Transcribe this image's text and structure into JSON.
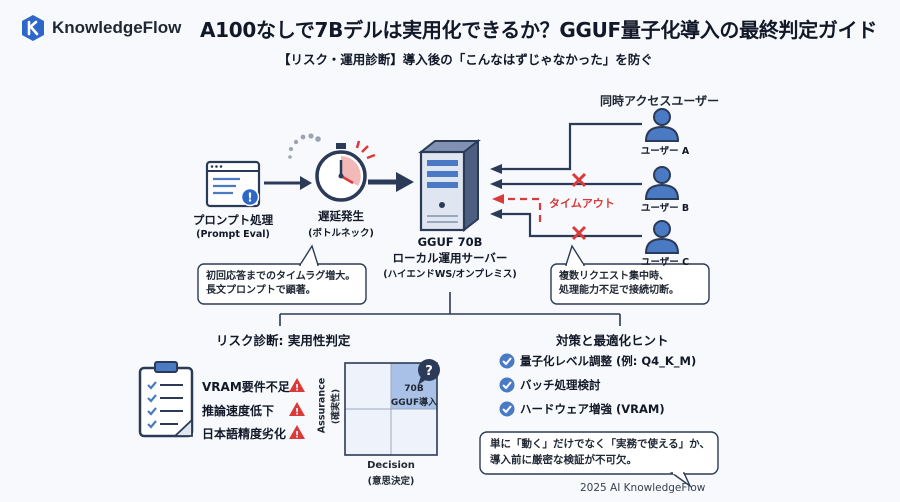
{
  "header": {
    "logo_text": "KnowledgeFlow",
    "title": "A100なしで7Bデルは実用化できるか？GGUF量子化導入の最終判定ガイド",
    "subtitle": "【リスク・運用診断】導入後の「こんなはずじゃなかった」を防ぐ"
  },
  "flow": {
    "prompt_label": "プロンプト処理",
    "prompt_sub": "(Prompt Eval)",
    "delay_label": "遅延発生",
    "delay_sub": "(ボトルネック)",
    "server_line1": "GGUF 70B",
    "server_line2": "ローカル運用サーバー",
    "server_line3": "(ハイエンドWS/オンプレミス)",
    "timeout_label": "タイムアウト",
    "users_title": "同時アクセスユーザー",
    "users": [
      "ユーザー A",
      "ユーザー B",
      "ユーザー C"
    ],
    "callout_left": [
      "初回応答までのタイムラグ増大。",
      "長文プロンプトで顕著。"
    ],
    "callout_right": [
      "複数リクエスト集中時、",
      "処理能力不足で接続切断。"
    ]
  },
  "risk": {
    "title": "リスク診断: 実用性判定",
    "items": [
      "VRAM要件不足",
      "推論速度低下",
      "日本語精度劣化"
    ],
    "matrix": {
      "y_label": "Assurance",
      "y_sub": "(確実性)",
      "x_label": "Decision",
      "x_sub": "(意思決定)",
      "point_line1": "70B",
      "point_line2": "GGUF導入"
    }
  },
  "hints": {
    "title": "対策と最適化ヒント",
    "items": [
      "量子化レベル調整 (例: Q4_K_M)",
      "バッチ処理検討",
      "ハードウェア増強 (VRAM)"
    ],
    "note": [
      "単に「動く」だけでなく「実務で使える」か、",
      "導入前に厳密な検証が不可欠。"
    ]
  },
  "footer": {
    "text": "2025 AI KnowledgeFlow"
  },
  "colors": {
    "navy": "#2b3a57",
    "blue": "#4a7ac4",
    "red": "#d93a3a",
    "light_blue": "#dfe9f7"
  }
}
